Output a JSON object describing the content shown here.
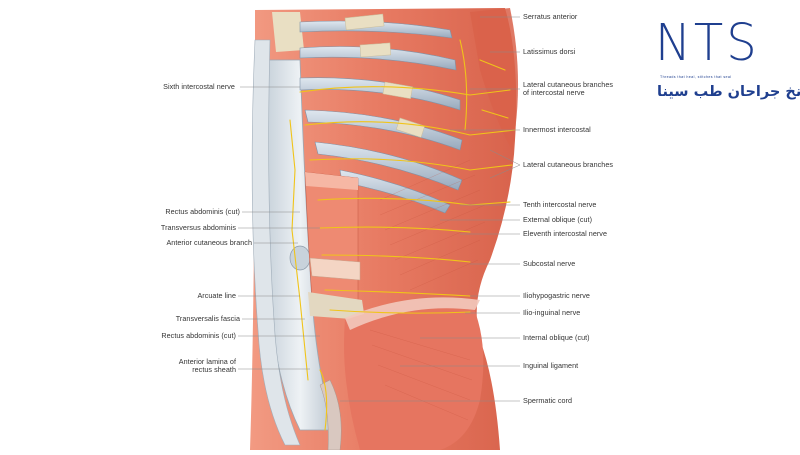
{
  "figure": {
    "labels_left": [
      "Sixth intercostal nerve",
      "Rectus abdominis (cut)",
      "Transversus abdominis",
      "Anterior cutaneous branch",
      "Arcuate line",
      "Transversalis fascia",
      "Rectus abdominis (cut)",
      "Anterior lamina of",
      "rectus sheath"
    ],
    "labels_right": [
      "Serratus anterior",
      "Latissimus dorsi",
      "Lateral cutaneous branches",
      "of intercostal nerve",
      "Innermost intercostal",
      "Lateral cutaneous branches",
      "Tenth intercostal nerve",
      "External oblique (cut)",
      "Eleventh intercostal nerve",
      "Subcostal nerve",
      "Iliohypogastric nerve",
      "Ilio-inguinal nerve",
      "Internal oblique (cut)",
      "Inguinal ligament",
      "Spermatic cord"
    ]
  },
  "brand": {
    "mark": "NTS",
    "tagline": "Threads that heal, stitches that seal",
    "subtitle": "نخ جراحان طب سینا"
  },
  "colors": {
    "muscle": "#e8806a",
    "muscle_dark": "#c9553f",
    "muscle_light": "#f3a48e",
    "rib": "#b9c7d6",
    "cartilage": "#e9dfc3",
    "fascia": "#d6dde4",
    "nerve": "#f0c419",
    "leader": "#8a8a8a",
    "brand": "#1f3f8f"
  }
}
